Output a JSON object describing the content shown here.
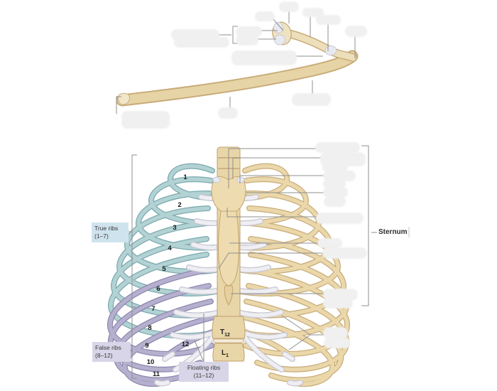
{
  "colors": {
    "background": "#ffffff",
    "true_ribs_bg": "#cfe3ee",
    "false_ribs_bg": "#d7d5e7",
    "floating_ribs_bg": "#d7d5e7",
    "teal_rib": "#a9cdd0",
    "lavender_rib": "#aba5c7",
    "bone_tan": "#e8d5a9",
    "cartilage_white": "#ebebf0",
    "leader_line": "#8f8f8f",
    "hidden_label_placeholder": "#f0f0f0",
    "label_text": "#3a3a3a"
  },
  "top_figure": {
    "subject": "single rib bone",
    "hidden_label_placeholders": 13
  },
  "bottom_figure": {
    "subject": "thoracic cage (anterior view)",
    "hidden_label_placeholders": 14,
    "rib_numbers": [
      "1",
      "2",
      "3",
      "4",
      "5",
      "6",
      "7",
      "8",
      "9",
      "10",
      "11",
      "12"
    ],
    "vertebra_t": {
      "letter": "T",
      "subscript": "12"
    },
    "vertebra_l": {
      "letter": "L",
      "subscript": "1"
    },
    "labels": {
      "true_ribs": {
        "line1": "True ribs",
        "line2": "(1–7)"
      },
      "false_ribs": {
        "line1": "False ribs",
        "line2": "(8–12)"
      },
      "floating_ribs": {
        "line1": "Floating ribs",
        "line2": "(11–12)"
      },
      "sternum": "Sternum"
    }
  }
}
